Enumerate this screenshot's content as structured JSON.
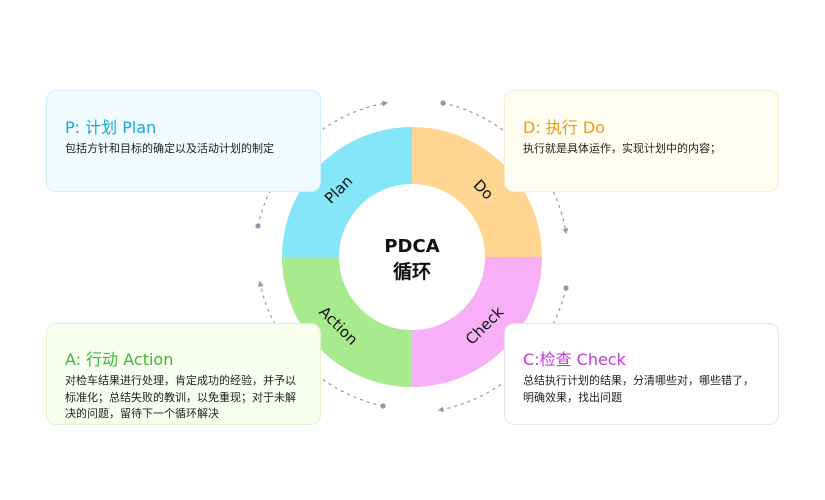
{
  "center": {
    "line1": "PDCA",
    "line2": "循环"
  },
  "segments": {
    "plan": {
      "label": "Plan",
      "color": "#84e6f8"
    },
    "do": {
      "label": "Do",
      "color": "#ffd591"
    },
    "check": {
      "label": "Check",
      "color": "#f7b0f7"
    },
    "action": {
      "label": "Action",
      "color": "#a8eb8f"
    }
  },
  "cards": {
    "plan": {
      "title": "P: 计划 Plan",
      "desc": "包括方针和目标的确定以及活动计划的制定"
    },
    "do": {
      "title": "D: 执行 Do",
      "desc": "执行就是具体运作，实现计划中的内容；"
    },
    "action": {
      "title": "A: 行动 Action",
      "desc": "对检车结果进行处理，肯定成功的经验，并予以标准化；总结失败的教训，以免重现；对于未解决的问题，留待下一个循环解决"
    },
    "check": {
      "title": "C:检查 Check",
      "desc": "总结执行计划的结果，分清哪些对，哪些错了，明确效果，找出问题"
    }
  }
}
